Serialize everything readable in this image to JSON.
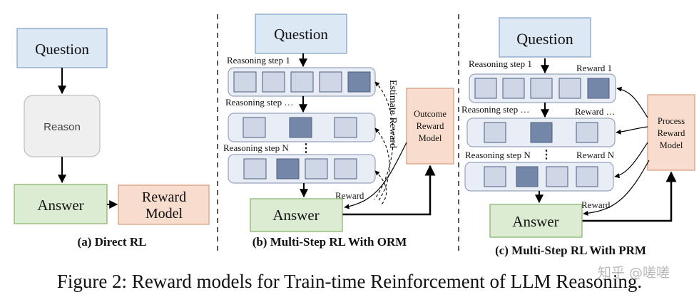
{
  "colors": {
    "question_fill": "#dde8f5",
    "question_stroke": "#7f9fc5",
    "answer_fill": "#dcecd2",
    "answer_stroke": "#87b06c",
    "reward_fill": "#f8dccd",
    "reward_stroke": "#d49a7c",
    "reason_fill": "#efefef",
    "reason_stroke": "#bdbdbd",
    "step_fill": "#e9edf6",
    "step_stroke": "#97a4bd",
    "cell_light": "#cfd6e6",
    "cell_dark": "#7487a8",
    "cell_stroke": "#4e5f7e",
    "line": "#000000",
    "divider": "#222222"
  },
  "panel_a": {
    "question": "Question",
    "reason": "Reason",
    "answer": "Answer",
    "reward_model": [
      "Reward",
      "Model"
    ],
    "caption": "(a) Direct RL"
  },
  "panel_b": {
    "question": "Question",
    "step1": "Reasoning step 1",
    "step_mid": "Reasoning step …",
    "step_n": "Reasoning step N",
    "dots": "⋮",
    "estimate": "Estimate Reward",
    "orm": [
      "Outcome",
      "Reward",
      "Model"
    ],
    "reward": "Reward",
    "answer": "Answer",
    "caption": "(b) Multi-Step RL With ORM"
  },
  "panel_c": {
    "question": "Question",
    "step1": "Reasoning step 1",
    "step_mid": "Reasoning step …",
    "step_n": "Reasoning step N",
    "dots": "⋮",
    "reward1": "Reward 1",
    "reward_mid": "Reward …",
    "reward_n": "Reward N",
    "prm": [
      "Process",
      "Reward",
      "Model"
    ],
    "reward": "Reward",
    "answer": "Answer",
    "caption": "(c) Multi-Step RL With PRM"
  },
  "figure_caption": "Figure 2: Reward models for Train-time Reinforcement of LLM Reasoning.",
  "watermark": "知乎 @嗟嗟"
}
